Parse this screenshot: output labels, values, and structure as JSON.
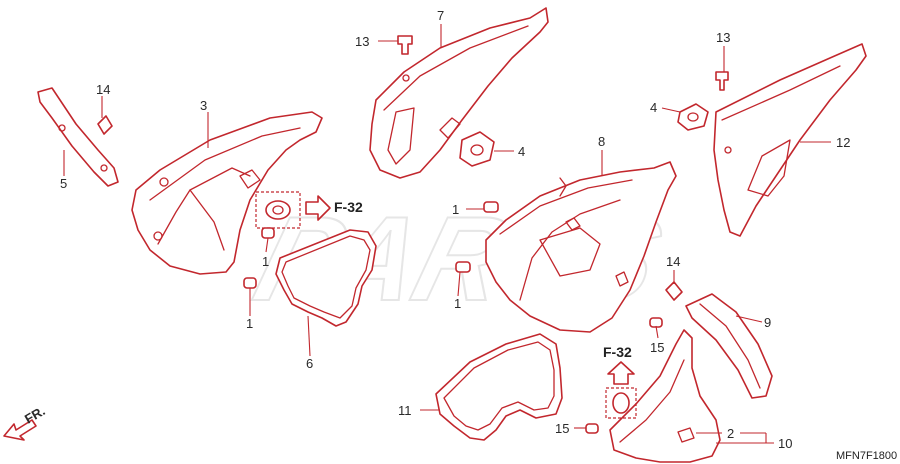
{
  "diagram": {
    "code": "MFN7F1800",
    "watermark": "PARTS",
    "ref_label": "F-32",
    "front_label": "FR.",
    "colors": {
      "part": "#c2272d",
      "text": "#222222",
      "background": "#ffffff"
    },
    "callouts": {
      "n1a": "1",
      "n1b": "1",
      "n1c": "1",
      "n1d": "1",
      "n2": "2",
      "n3": "3",
      "n4a": "4",
      "n4b": "4",
      "n5": "5",
      "n6": "6",
      "n7": "7",
      "n8": "8",
      "n9": "9",
      "n10": "10",
      "n11": "11",
      "n12": "12",
      "n13a": "13",
      "n13b": "13",
      "n14a": "14",
      "n14b": "14",
      "n15a": "15",
      "n15b": "15"
    }
  }
}
